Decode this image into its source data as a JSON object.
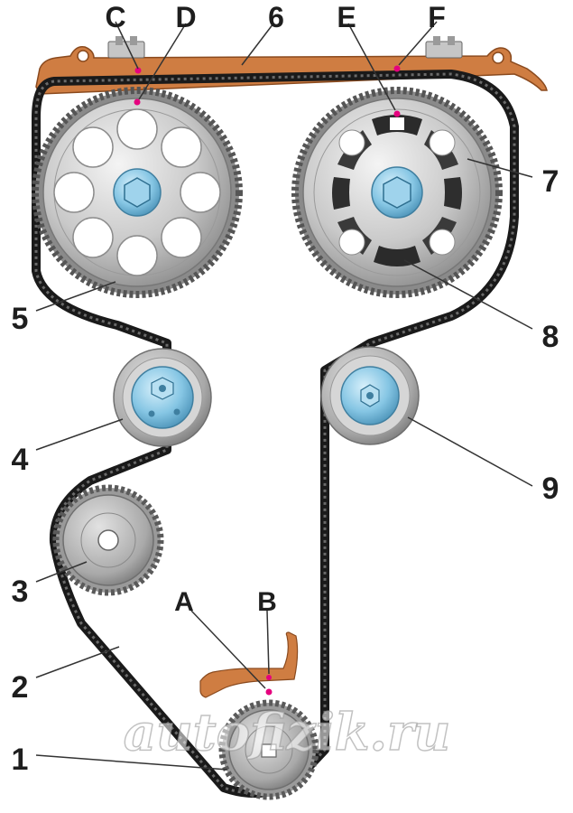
{
  "labels": {
    "A": "A",
    "B": "B",
    "C": "C",
    "D": "D",
    "E": "E",
    "F": "F",
    "n1": "1",
    "n2": "2",
    "n3": "3",
    "n4": "4",
    "n5": "5",
    "n6": "6",
    "n7": "7",
    "n8": "8",
    "n9": "9"
  },
  "watermark": "autofizik.ru",
  "colors": {
    "belt": "#1a1a1a",
    "gear_light": "#e6e6e6",
    "gear_mid": "#b5b5b5",
    "gear_dark": "#7d7d7d",
    "hub_blue": "#7fc4e4",
    "bracket": "#c8763d",
    "mark": "#e5007e",
    "leader": "#3a3a3a"
  }
}
